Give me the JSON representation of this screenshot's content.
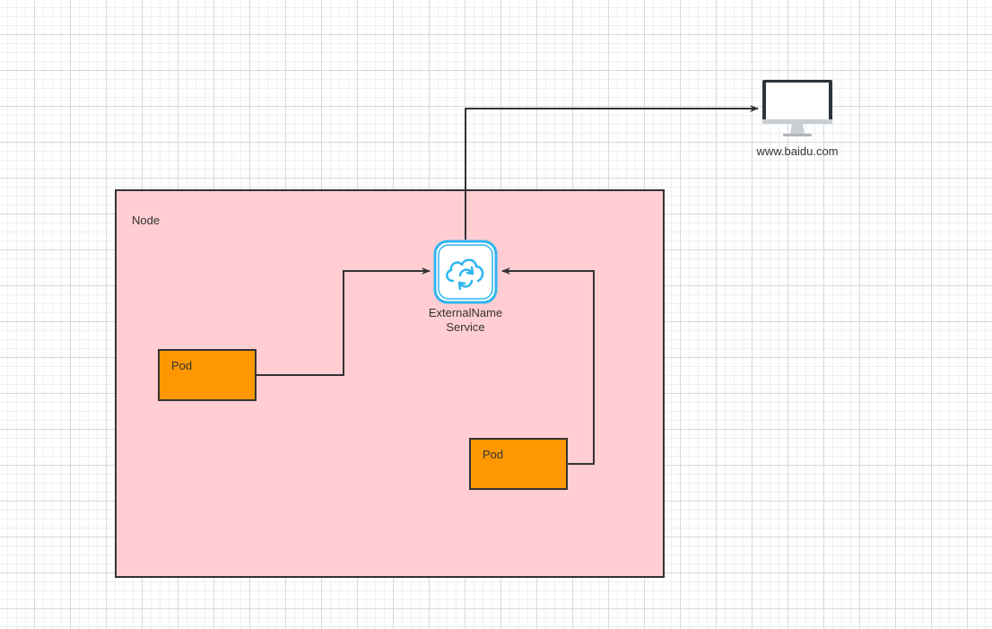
{
  "diagram": {
    "node": {
      "label": "Node",
      "fill_color": "#ffcdd2",
      "border_color": "#333333"
    },
    "service": {
      "label_line1": "ExternalName",
      "label_line2": "Service",
      "icon": "cloud-sync-icon",
      "icon_color": "#2fb5f0"
    },
    "pods": [
      {
        "label": "Pod",
        "fill_color": "#ff9800"
      },
      {
        "label": "Pod",
        "fill_color": "#ff9800"
      }
    ],
    "external": {
      "label": "www.baidu.com",
      "icon": "monitor-icon"
    },
    "connectors": [
      {
        "from": "pod-1",
        "to": "service"
      },
      {
        "from": "pod-2",
        "to": "service"
      },
      {
        "from": "service",
        "to": "external"
      }
    ]
  }
}
